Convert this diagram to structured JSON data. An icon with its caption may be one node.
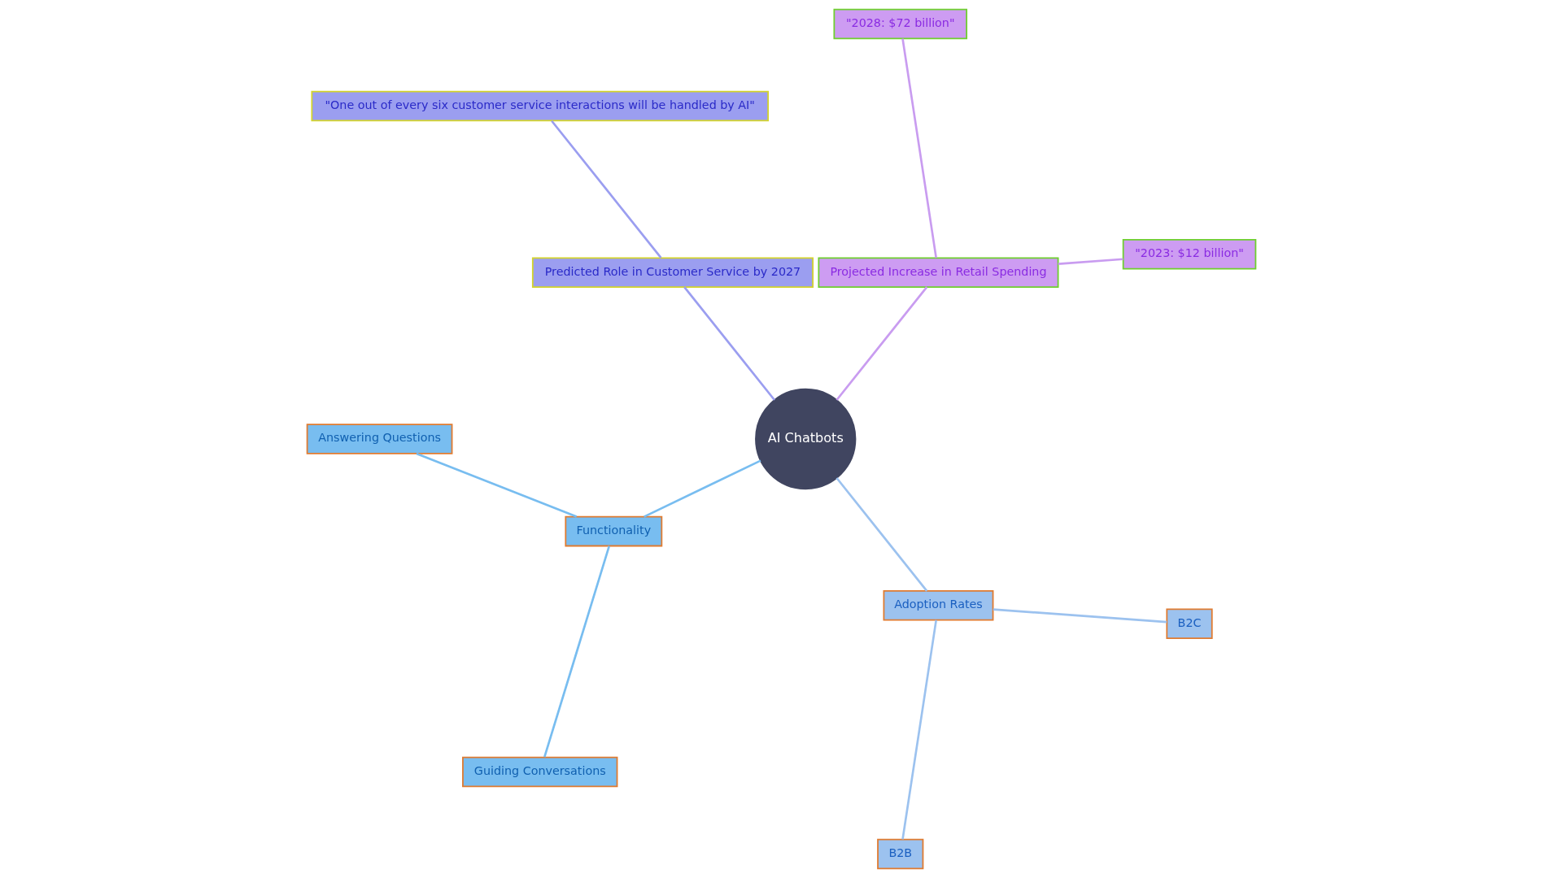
{
  "diagram": {
    "nodes": [
      {
        "text": [
          "AI Chatbots"
        ]
      },
      {
        "text": [
          "Projected Increase in Retail Spending"
        ]
      },
      {
        "text": [
          "\"2023: $12 billion\""
        ]
      },
      {
        "text": [
          "\"2028: $72 billion\""
        ]
      },
      {
        "text": [
          "Predicted Role in Customer Service by 2027"
        ]
      },
      {
        "text": [
          "\"One out of every six customer service interactions will be handled by AI\""
        ]
      },
      {
        "text": [
          "Functionality"
        ]
      },
      {
        "text": [
          "Answering Questions"
        ]
      },
      {
        "text": [
          "Guiding Conversations"
        ]
      },
      {
        "text": [
          "Adoption Rates"
        ]
      },
      {
        "text": [
          "B2B"
        ]
      },
      {
        "text": [
          "B2C"
        ]
      }
    ],
    "edges": [
      {
        "from": 0,
        "to": 1,
        "arrow": "none",
        "color": "#c99cf0"
      },
      {
        "from": 1,
        "to": 2,
        "arrow": "none",
        "color": "#c99cf0"
      },
      {
        "from": 1,
        "to": 3,
        "arrow": "none",
        "color": "#c99cf0"
      },
      {
        "from": 0,
        "to": 4,
        "arrow": "none",
        "color": "#9b9ef0"
      },
      {
        "from": 4,
        "to": 5,
        "arrow": "none",
        "color": "#9b9ef0"
      },
      {
        "from": 0,
        "to": 6,
        "arrow": "none",
        "color": "#78bdf0"
      },
      {
        "from": 6,
        "to": 7,
        "arrow": "none",
        "color": "#78bdf0"
      },
      {
        "from": 6,
        "to": 8,
        "arrow": "none",
        "color": "#78bdf0"
      },
      {
        "from": 0,
        "to": 9,
        "arrow": "none",
        "color": "#9cc2ef"
      },
      {
        "from": 9,
        "to": 10,
        "arrow": "none",
        "color": "#9cc2ef"
      },
      {
        "from": 9,
        "to": 11,
        "arrow": "none",
        "color": "#9cc2ef"
      }
    ]
  }
}
